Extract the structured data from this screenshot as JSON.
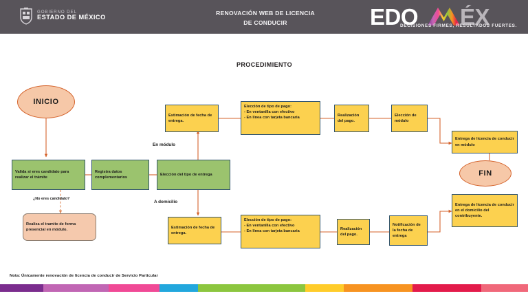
{
  "header": {
    "gob_logo_line1": "GOBIERNO DEL",
    "gob_logo_line2": "ESTADO DE MÉXICO",
    "title_line1": "RENOVACIÓN WEB DE LICENCIA",
    "title_line2": "DE CONDUCIR",
    "brand_text": "EDOMÉX",
    "brand_tagline": "DECISIONES FIRMES, RESULTADOS FUERTES.",
    "background_color": "#58545a"
  },
  "page_title": "PROCEDIMIENTO",
  "flow": {
    "start": "INICIO",
    "end": "FIN",
    "nodes": {
      "valida": "Valida si eres candidato para realizar el trámite",
      "presencial": "Realiza el tramite de forma presencial en módulo.",
      "registra": "Registra datos complementarios",
      "eleccion_entrega": "Elección del tipo de entrega",
      "estimacion_modulo": "Estimación de fecha de entrega.",
      "pago_modulo_title": "Elección de tipo de pago:",
      "pago_modulo_opt1": "- En ventanilla con efectivo",
      "pago_modulo_opt2": "- En línea con tarjeta bancaria",
      "realizacion_pago_modulo": "Realización del pago.",
      "eleccion_modulo": "Elección de módulo",
      "entrega_modulo": "Entrega de licencia de conducir en módulo",
      "estimacion_domicilio": "Estimación de fecha de entrega.",
      "pago_domicilio_title": "Elección de tipo de pago:",
      "pago_domicilio_opt1": "- En ventanilla con efectivo",
      "pago_domicilio_opt2": "- En línea con tarjeta bancaria",
      "realizacion_pago_domicilio": "Realización del pago.",
      "notificacion": "Notificación de la fecha de entrega",
      "entrega_domicilio": "Entrega de licencia de conducir en el domicilio del contribuyente."
    },
    "edge_labels": {
      "en_modulo": "En módulo",
      "a_domicilio": "A domicilio",
      "no_candidato": "¿No eres candidato?"
    },
    "colors": {
      "green_fill": "#9bc36e",
      "yellow_fill": "#fcd14f",
      "peach_fill": "#f6c8a8",
      "node_border": "#31546e",
      "connector": "#d4622a"
    }
  },
  "footer": {
    "note": "Nota: Únicamente renovación de licencia de conducir de Servicio Particular",
    "colorbar": [
      {
        "color": "#7b2d8e",
        "width": 63
      },
      {
        "color": "#c166b4",
        "width": 95
      },
      {
        "color": "#f04a96",
        "width": 74
      },
      {
        "color": "#22a7dd",
        "width": 56
      },
      {
        "color": "#8cc63f",
        "width": 156
      },
      {
        "color": "#ffcc2a",
        "width": 56
      },
      {
        "color": "#f79321",
        "width": 100
      },
      {
        "color": "#e31b4b",
        "width": 100
      },
      {
        "color": "#f0687a",
        "width": 68
      }
    ]
  }
}
